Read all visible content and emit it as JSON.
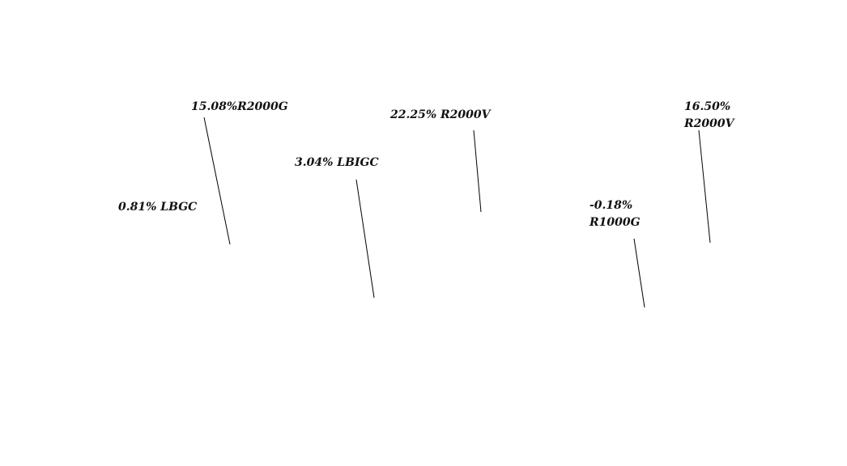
{
  "chart_data": {
    "type": "annotation",
    "title": "",
    "grid": false,
    "legend": "none",
    "colors": {
      "text": "#111111",
      "line": "#000000",
      "background": "#ffffff"
    },
    "labels": [
      {
        "lines": [
          "15.08%R2000G"
        ],
        "value": 15.08,
        "series": "R2000G"
      },
      {
        "lines": [
          "22.25% R2000V"
        ],
        "value": 22.25,
        "series": "R2000V"
      },
      {
        "lines": [
          "16.50%",
          "R2000V"
        ],
        "value": 16.5,
        "series": "R2000V"
      },
      {
        "lines": [
          "3.04% LBIGC"
        ],
        "value": 3.04,
        "series": "LBIGC"
      },
      {
        "lines": [
          "0.81% LBGC"
        ],
        "value": 0.81,
        "series": "LBGC"
      },
      {
        "lines": [
          "-0.18%",
          "R1000G"
        ],
        "value": -0.18,
        "series": "R1000G"
      }
    ]
  }
}
